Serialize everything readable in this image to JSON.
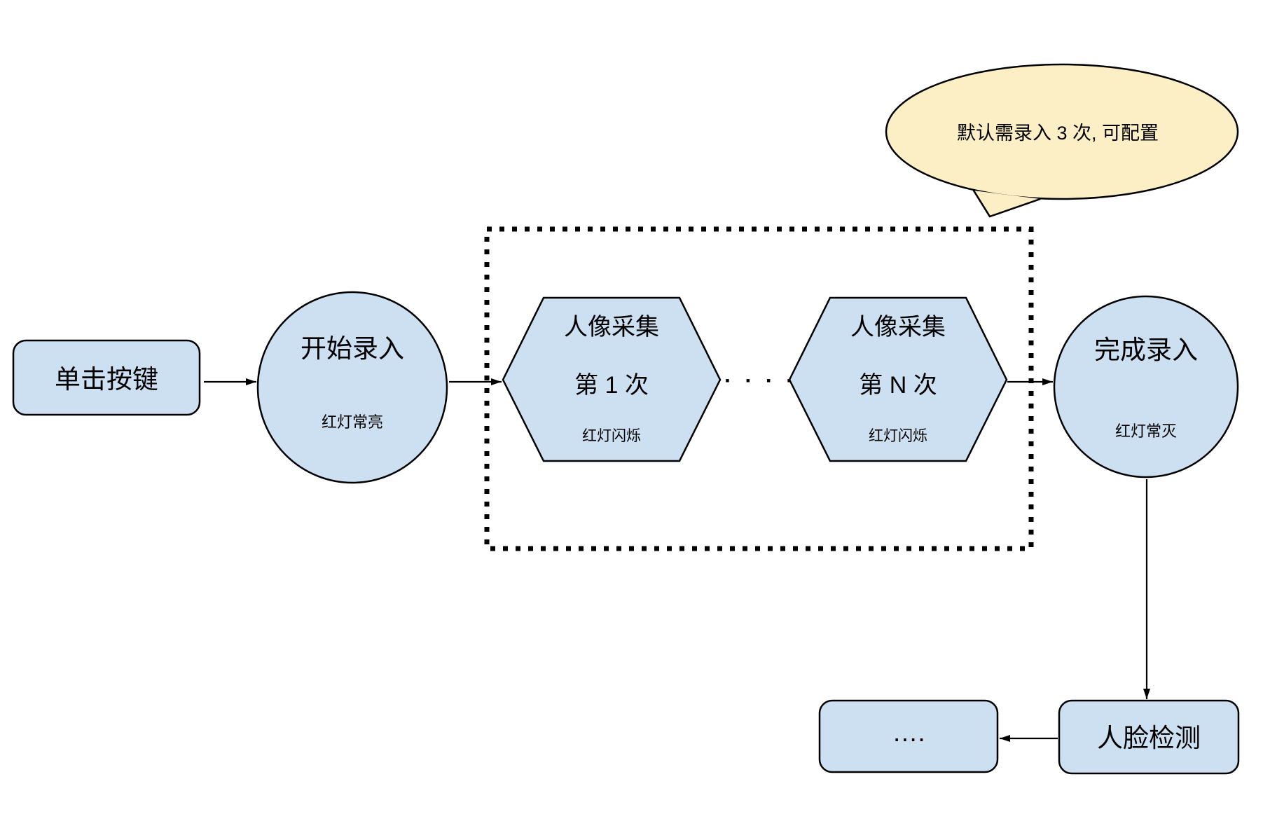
{
  "diagram": {
    "background": "#ffffff",
    "colors": {
      "node_fill": "#cce0f2",
      "node_stroke": "#000000",
      "connector": "#000000",
      "callout_fill": "#fcefc6",
      "callout_stroke": "#000000"
    },
    "callout": {
      "text": "默认需录入 3 次, 可配置"
    },
    "nodes": {
      "click_button": {
        "label": "单击按键"
      },
      "start_entry": {
        "label": "开始录入",
        "status": "红灯常亮"
      },
      "capture_first": {
        "line1": "人像采集",
        "line2": "第 1 次",
        "status": "红灯闪烁"
      },
      "capture_nth": {
        "line1": "人像采集",
        "line2": "第 N 次",
        "status": "红灯闪烁"
      },
      "finish_entry": {
        "label": "完成录入",
        "status": "红灯常灭"
      },
      "face_detect": {
        "label": "人脸检测"
      },
      "more_steps": {
        "label": "…."
      }
    },
    "repeat_dots": "▪ ▪ ▪ ▪"
  }
}
